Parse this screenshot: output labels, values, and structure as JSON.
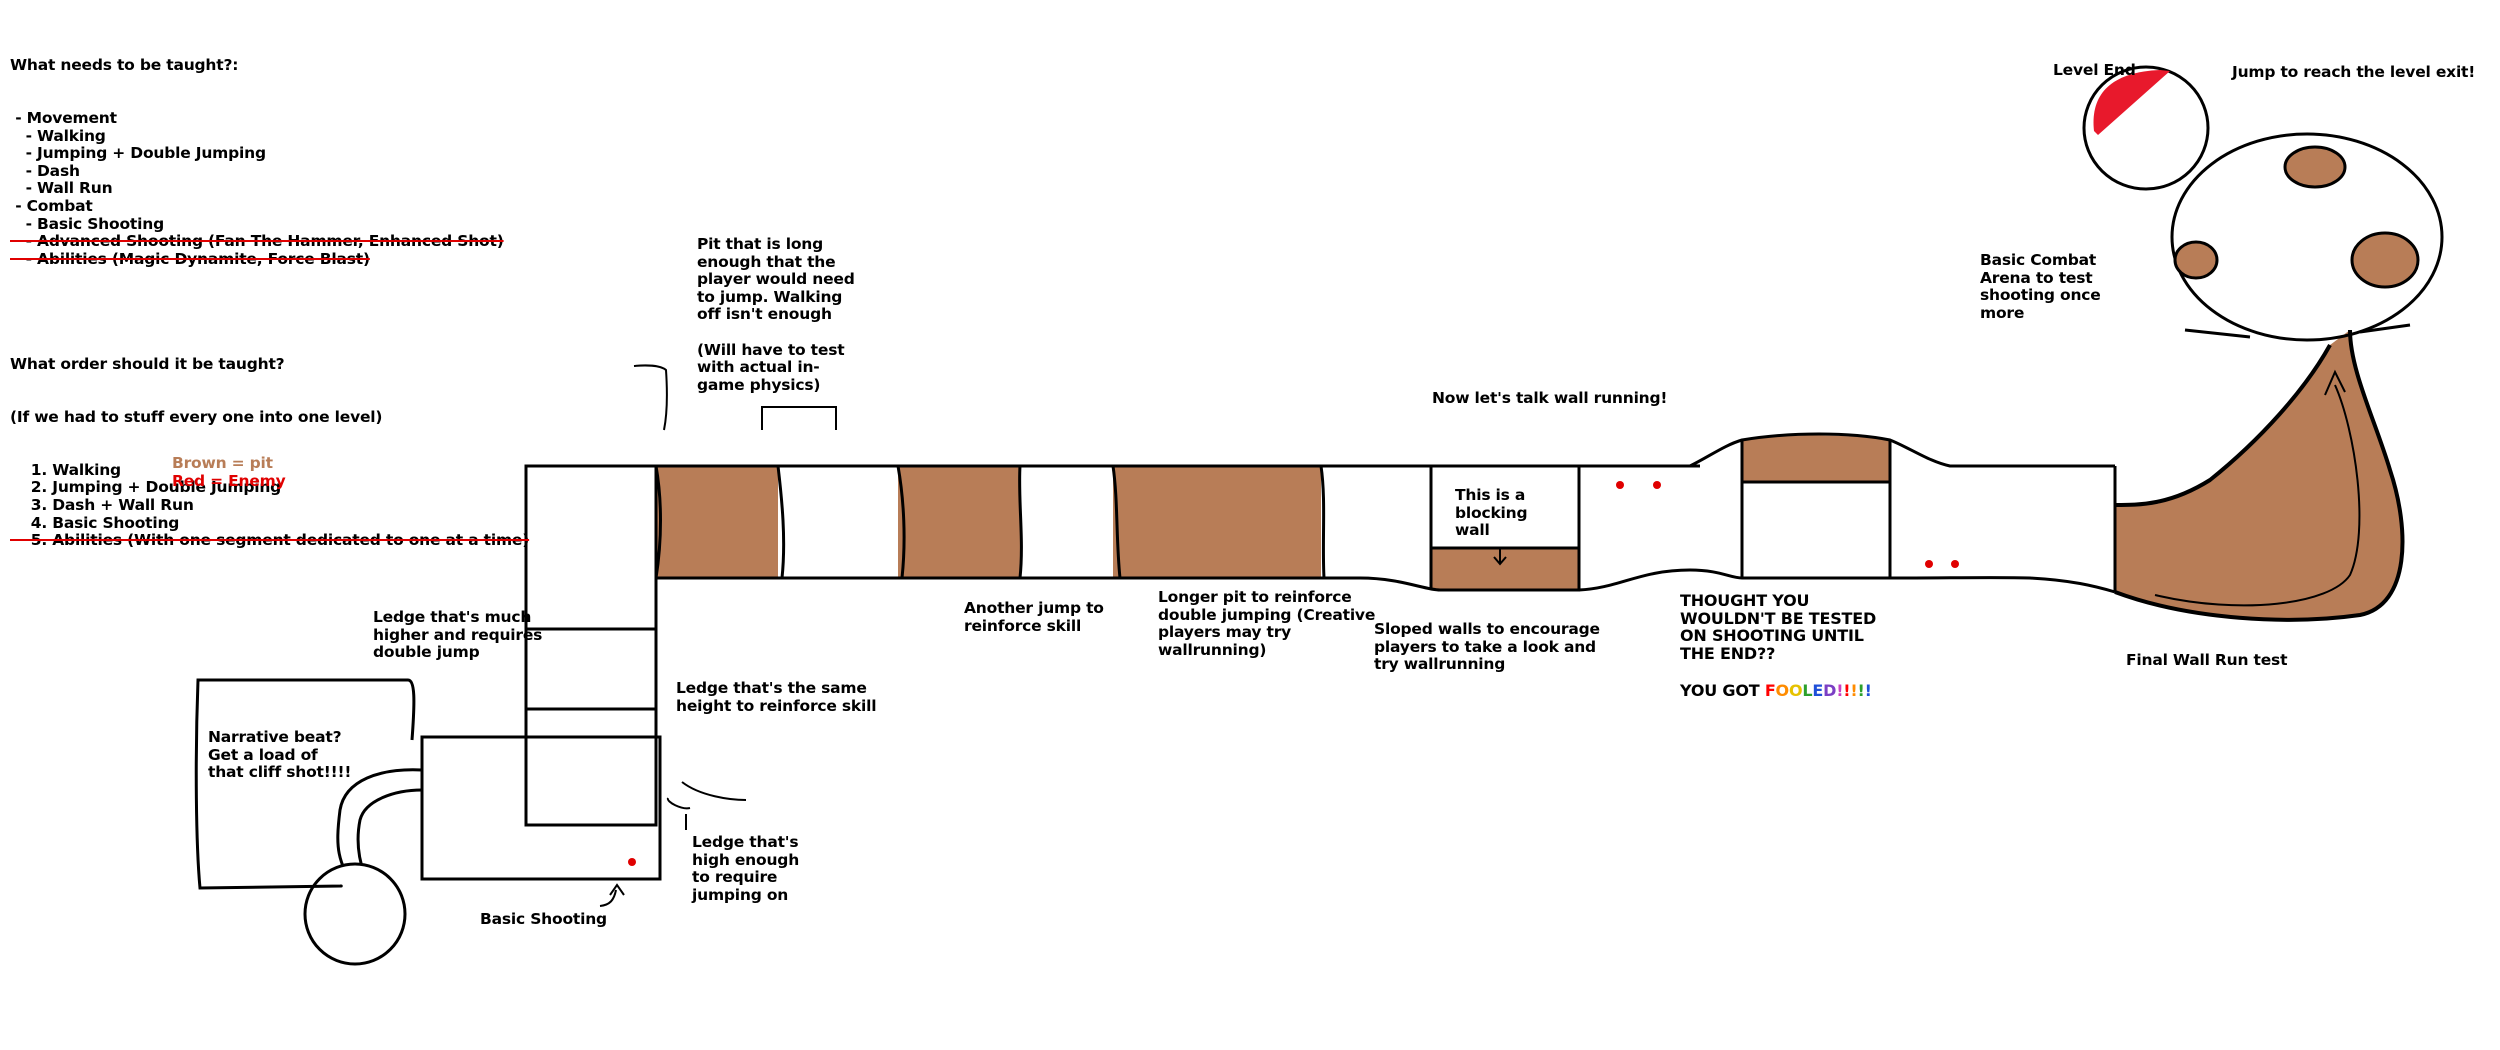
{
  "notes": {
    "taught_title": "What needs to be taught?:",
    "taught_items": [
      {
        "text": " - Movement",
        "struck": false
      },
      {
        "text": "   - Walking",
        "struck": false
      },
      {
        "text": "   - Jumping + Double Jumping",
        "struck": false
      },
      {
        "text": "   - Dash",
        "struck": false
      },
      {
        "text": "   - Wall Run",
        "struck": false
      },
      {
        "text": " - Combat",
        "struck": false
      },
      {
        "text": "   - Basic Shooting",
        "struck": false
      },
      {
        "text": "   - Advanced Shooting (Fan The Hammer, Enhanced Shot)",
        "struck": true
      },
      {
        "text": "   - Abilities (Magic Dynamite, Force Blast)",
        "struck": true
      }
    ],
    "order_title": "What order should it be taught?",
    "order_subtitle": "(If we had to stuff every one into one level)",
    "order_items": [
      {
        "text": "    1. Walking",
        "struck": false
      },
      {
        "text": "    2. Jumping + Double Jumping",
        "struck": false
      },
      {
        "text": "    3. Dash + Wall Run",
        "struck": false
      },
      {
        "text": "    4. Basic Shooting",
        "struck": false
      },
      {
        "text": "    5. Abilities (With one segment dedicated to one at a time)",
        "struck": true
      }
    ]
  },
  "legend": {
    "brown": "Brown = pit",
    "red": "Red = Enemy"
  },
  "labels": {
    "pit_long": "Pit that is long\nenough that the\nplayer would need\nto jump. Walking\noff isn't enough\n\n(Will have to test\nwith actual in-\ngame physics)",
    "wall_running": "Now let's talk wall running!",
    "blocking_wall": "This is a\nblocking\nwall",
    "ledge_higher": "Ledge that's much\nhigher and requires\ndouble jump",
    "ledge_same": "Ledge that's the same\nheight to reinforce skill",
    "ledge_high_enough": "Ledge that's\nhigh enough\nto require\njumping on",
    "narrative": "Narrative beat?\nGet a load of\nthat cliff shot!!!!",
    "basic_shooting": "Basic Shooting",
    "another_jump": "Another jump to\nreinforce skill",
    "longer_pit": "Longer pit to reinforce\ndouble jumping (Creative\nplayers may try\nwallrunning)",
    "sloped_walls": "Sloped walls to encourage\nplayers to take a look and\ntry wallrunning",
    "thought_you": "THOUGHT YOU\nWOULDN'T BE TESTED\nON SHOOTING UNTIL\nTHE END??",
    "you_got": "YOU GOT ",
    "fooled_word": "FOOLED!!!!!",
    "final_wall_run": "Final Wall Run test",
    "basic_combat": "Basic Combat\nArena to test\nshooting once\nmore",
    "level_end": "Level End",
    "jump_exit": "Jump to reach the level exit!"
  },
  "colors": {
    "pit_brown": "#b87d57",
    "enemy_red": "#e00000",
    "exit_red": "#e8192c",
    "line": "#000000",
    "rainbow": [
      "#ff0000",
      "#ff8c00",
      "#e6c200",
      "#2ca02c",
      "#1f4fd8",
      "#7b3fc4",
      "#c83fc4",
      "#ff0000",
      "#ff8c00",
      "#2ca02c",
      "#1f4fd8"
    ]
  }
}
